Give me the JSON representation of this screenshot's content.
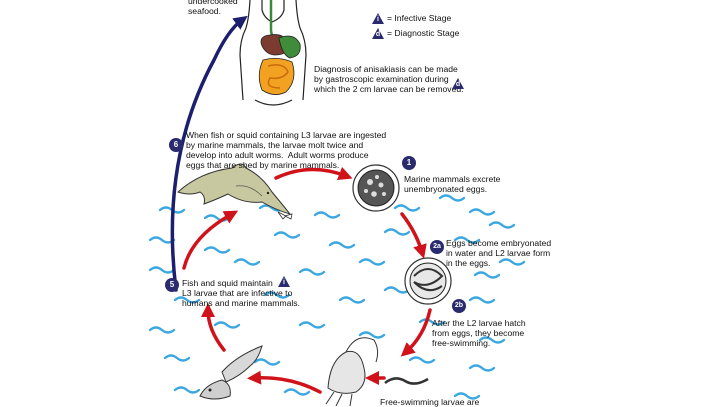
{
  "top_text": "undercooked\nseafood.",
  "legend": {
    "infective_letter": "i",
    "infective_label": "= Infective Stage",
    "diagnostic_letter": "d",
    "diagnostic_label": "= Diagnostic Stage"
  },
  "diagnosis": {
    "text": "Diagnosis of anisakiasis can be made\nby gastroscopic examination during\nwhich the 2 cm larvae can be removed.",
    "badge": "d"
  },
  "steps": [
    {
      "id": "6",
      "text": "When fish or squid containing L3 larvae are ingested\nby marine mammals, the larvae molt twice and\ndevelop into adult worms.  Adult worms produce\neggs that are shed by marine mammals."
    },
    {
      "id": "1",
      "text": "Marine mammals excrete\nunembryonated eggs."
    },
    {
      "id": "2a",
      "text": "Eggs become embryonated\nin water and L2 larvae form\nin the eggs."
    },
    {
      "id": "2b",
      "text": "After the L2 larvae hatch\nfrom eggs, they become\nfree-swimming."
    },
    {
      "id": "5",
      "text": "Fish and squid maintain\nL3 larvae that are infective to\nhumans and marine mammals.",
      "badge": "i"
    }
  ],
  "bottom_text": "Free-swimming larvae are",
  "colors": {
    "cycle_arrow": "#d0121b",
    "human_arrow": "#1c1f6e",
    "water": "#3ba7e0",
    "badge": "#2a2a6e"
  }
}
